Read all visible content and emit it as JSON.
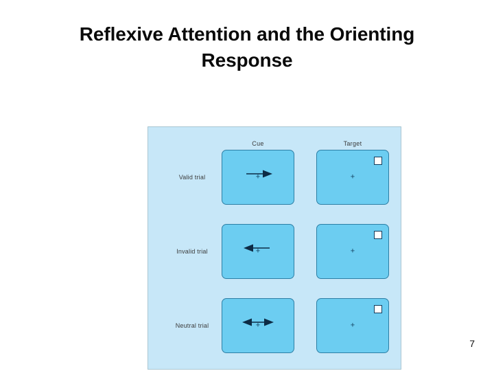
{
  "slide": {
    "title": "Reflexive Attention and the Orienting Response",
    "page_number": "7",
    "colors": {
      "figure_background": "#c7e7f8",
      "panel_fill": "#6ccdf1",
      "panel_border": "#2d7fa5",
      "arrow": "#0d2b45",
      "target_square_fill": "#ffffff",
      "target_square_border": "#123c5c",
      "fixation": "#12405e",
      "title_text": "#0a0a0a"
    }
  },
  "figure": {
    "columns": [
      {
        "key": "cue",
        "label": "Cue"
      },
      {
        "key": "target",
        "label": "Target"
      }
    ],
    "rows": [
      {
        "key": "valid",
        "label": "Valid trial",
        "cue": {
          "arrow": "arrow-right-icon",
          "fixation": "+"
        },
        "target": {
          "square_position": "top-right",
          "fixation": "+"
        }
      },
      {
        "key": "invalid",
        "label": "Invalid trial",
        "cue": {
          "arrow": "arrow-left-icon",
          "fixation": "+"
        },
        "target": {
          "square_position": "top-right",
          "fixation": "+"
        }
      },
      {
        "key": "neutral",
        "label": "Neutral trial",
        "cue": {
          "arrow": "arrow-both-icon",
          "fixation": "+"
        },
        "target": {
          "square_position": "top-right",
          "fixation": "+"
        }
      }
    ]
  }
}
